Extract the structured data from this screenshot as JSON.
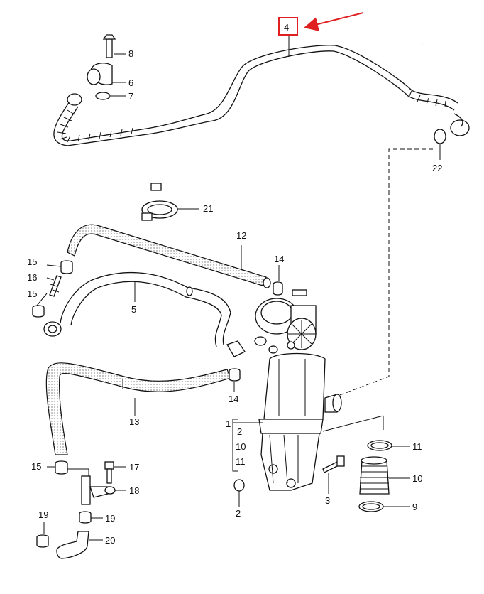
{
  "callouts": {
    "c1": "1",
    "c2a": "2",
    "c2b": "2",
    "c3": "3",
    "c4": "4",
    "c5": "5",
    "c6": "6",
    "c7": "7",
    "c8": "8",
    "c9": "9",
    "c10a": "10",
    "c10b": "10",
    "c11a": "11",
    "c11b": "11",
    "c12": "12",
    "c13": "13",
    "c14a": "14",
    "c14b": "14",
    "c15a": "15",
    "c15b": "15",
    "c15c": "15",
    "c16": "16",
    "c17": "17",
    "c18": "18",
    "c19a": "19",
    "c19b": "19",
    "c20": "20",
    "c21": "21",
    "c22": "22"
  },
  "colors": {
    "highlight_box": "#e02020",
    "arrow": "#e02020",
    "line": "#111111"
  }
}
